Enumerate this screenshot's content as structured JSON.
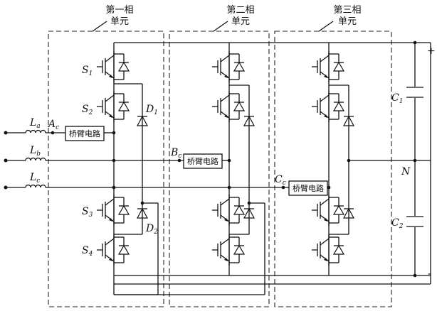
{
  "units": [
    {
      "title_line1": "第一相",
      "title_line2": "单元"
    },
    {
      "title_line1": "第二相",
      "title_line2": "单元"
    },
    {
      "title_line1": "第三相",
      "title_line2": "单元"
    }
  ],
  "bridge_label": "桥臂电路",
  "inductors": [
    {
      "main": "L",
      "sub": "a"
    },
    {
      "main": "L",
      "sub": "b"
    },
    {
      "main": "L",
      "sub": "c"
    }
  ],
  "nodes": [
    {
      "main": "A",
      "sub": "c"
    },
    {
      "main": "B",
      "sub": "c"
    },
    {
      "main": "C",
      "sub": "c"
    }
  ],
  "switches": [
    {
      "main": "S",
      "sub": "1"
    },
    {
      "main": "S",
      "sub": "2"
    },
    {
      "main": "S",
      "sub": "3"
    },
    {
      "main": "S",
      "sub": "4"
    }
  ],
  "diodes": [
    {
      "main": "D",
      "sub": "1"
    },
    {
      "main": "D",
      "sub": "2"
    }
  ],
  "capacitors": [
    {
      "main": "C",
      "sub": "1"
    },
    {
      "main": "C",
      "sub": "2"
    }
  ],
  "neutral_label": "N",
  "dc_plus": "+",
  "dc_minus": "-"
}
